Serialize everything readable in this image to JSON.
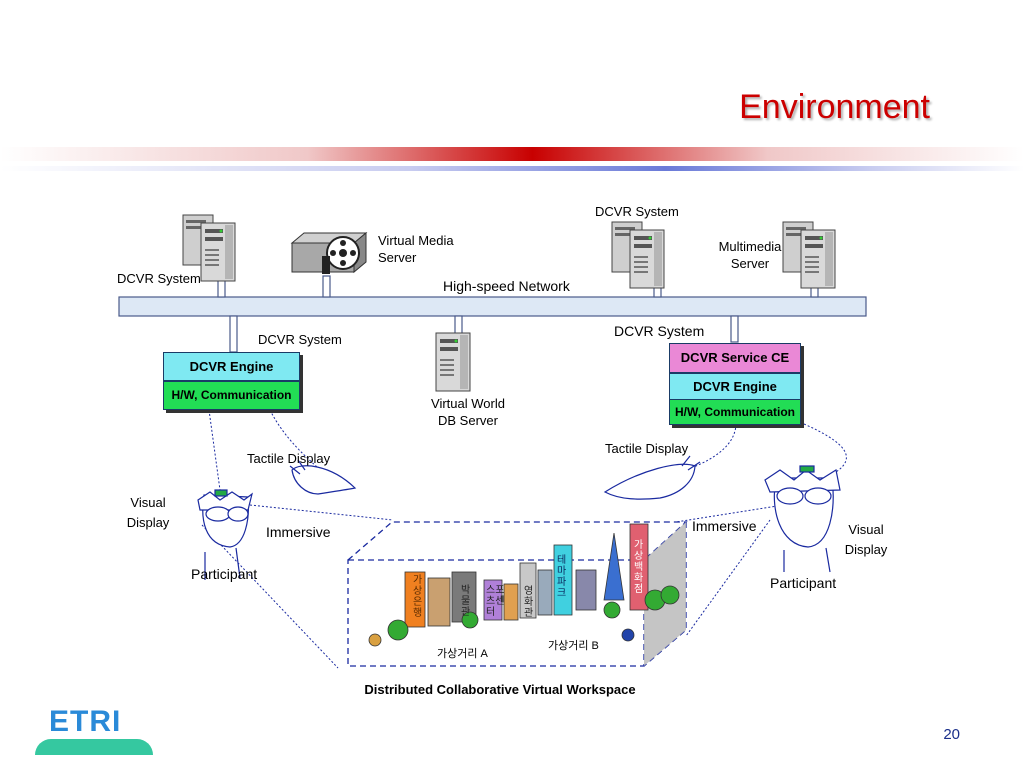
{
  "slide": {
    "title": "Environment",
    "page_number": "20",
    "logo_text": "ETRI"
  },
  "network": {
    "label": "High-speed Network"
  },
  "nodes": {
    "dcvr_system_top_left": "DCVR System",
    "virtual_media_server": "Virtual Media\nServer",
    "dcvr_system_top_right": "DCVR System",
    "multimedia_server": "Multimedia\nServer",
    "dcvr_system_left": "DCVR System",
    "virtual_world_db_server": "Virtual World\nDB Server",
    "dcvr_system_right": "DCVR System"
  },
  "left_stack": {
    "engine": "DCVR Engine",
    "hw_comm": "H/W, Communication"
  },
  "right_stack": {
    "service_ce": "DCVR Service CE",
    "engine": "DCVR Engine",
    "hw_comm": "H/W, Communication"
  },
  "left_participant": {
    "tactile": "Tactile Display",
    "visual": "Visual\nDisplay",
    "immersive": "Immersive",
    "participant": "Participant"
  },
  "right_participant": {
    "tactile": "Tactile Display",
    "visual": "Visual\nDisplay",
    "immersive": "Immersive",
    "participant": "Participant"
  },
  "workspace": {
    "title": "Distributed Collaborative Virtual Workspace",
    "street_a": "가상거리 A",
    "street_b": "가상거리 B",
    "building_labels": [
      "가상은행",
      "박물관",
      "스포츠센터",
      "영화관",
      "테마파크",
      "가상백화점"
    ]
  },
  "colors": {
    "title": "#cc0000",
    "engine": "#7fe9f2",
    "hw_comm": "#22dd55",
    "service_ce": "#ea88d6",
    "network_bar": "#dde8f5",
    "dashed_box": "#1a2aa0"
  }
}
